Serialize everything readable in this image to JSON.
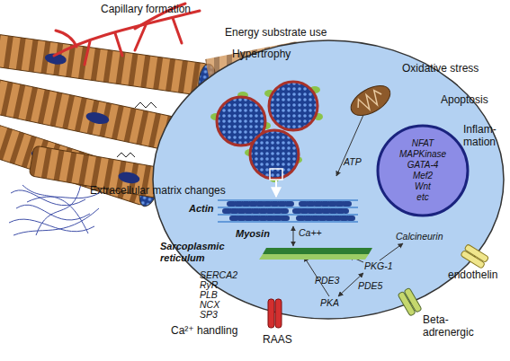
{
  "diagram": {
    "nodes": [
      {
        "text": [
          "NFAT",
          "MAPKinase",
          "GATA-4",
          "Mef2",
          "Wnt",
          "etc"
        ]
      },
      {
        "text": [
          "Sarcoplasmic reticulum"
        ]
      }
    ],
    "labels": [
      "Capillary formation",
      "Energy substrate use",
      "Hypertrophy",
      "Oxidative stress",
      "Apoptosis",
      "Inflam- mation",
      "Actin",
      "ATP",
      "Myosin",
      "Ca++",
      "Extracellular matrix changes",
      "SERCA2",
      "RyR",
      "PLB",
      "NCX",
      "SP3",
      "Calcineurin",
      "PKG-1",
      "PDE3",
      "PDE5",
      "PKA",
      "endothelin",
      "Ca²⁺ handling",
      "Beta- adrenergic",
      "RAAS"
    ]
  }
}
